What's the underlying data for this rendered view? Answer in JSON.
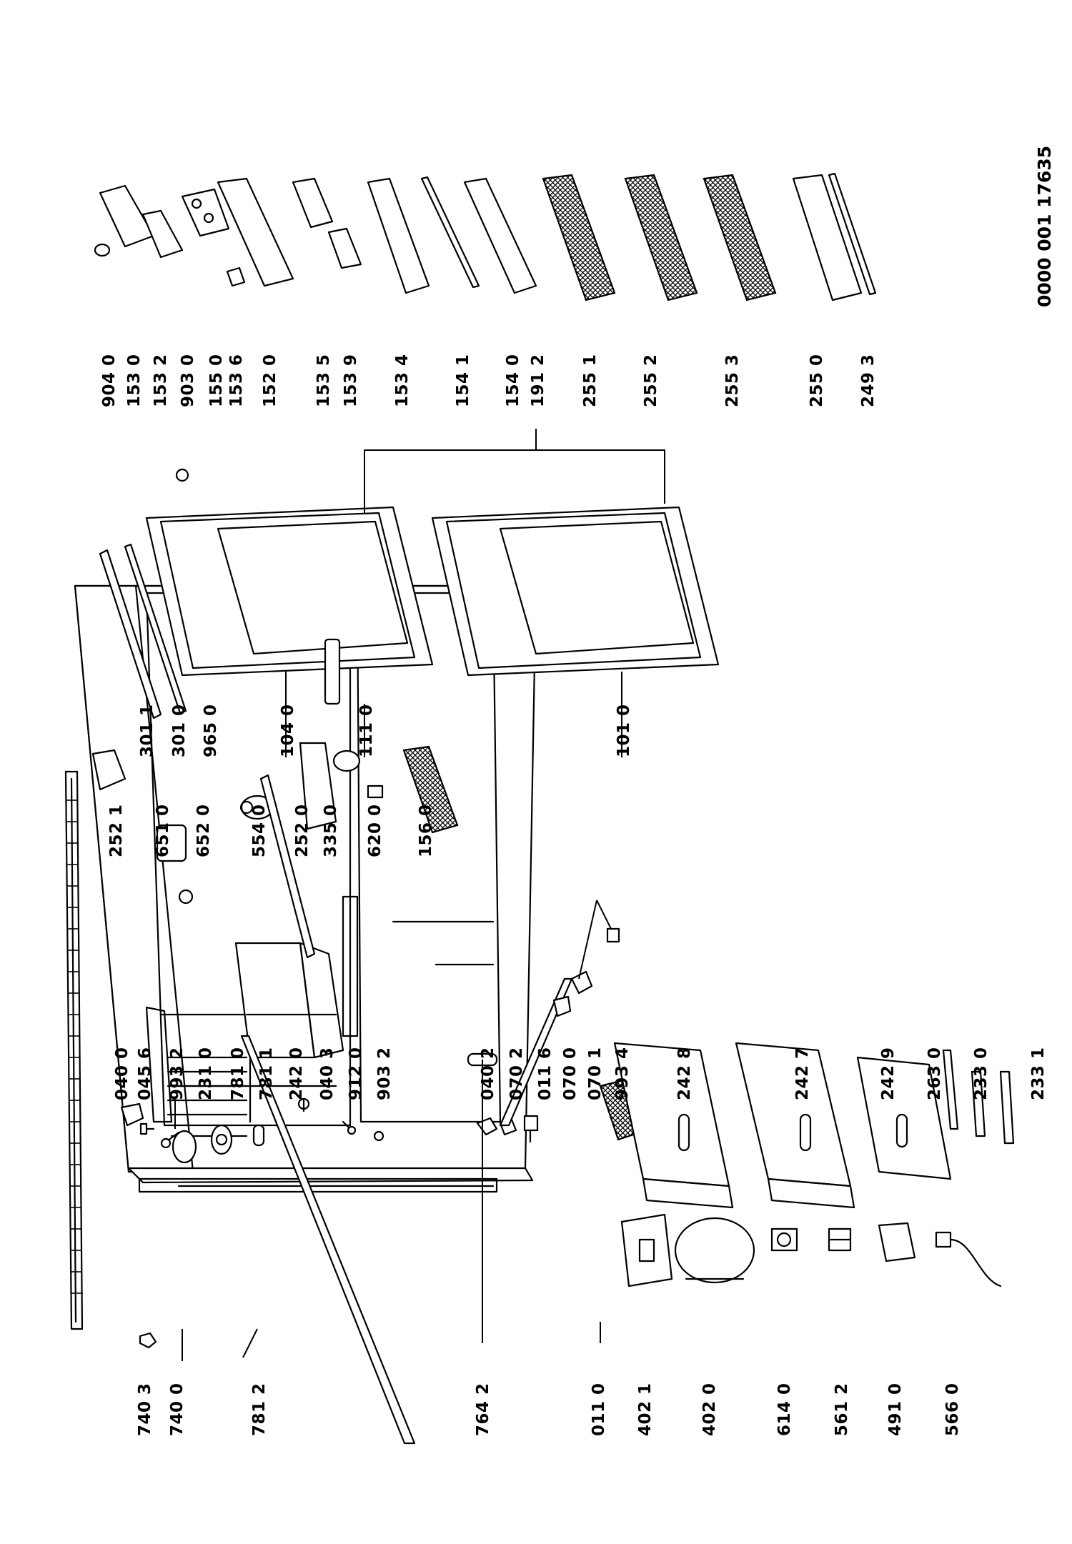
{
  "drawing_number": "0000 001 17635",
  "labels": {
    "l7403": "740 3",
    "l7400": "740 0",
    "l7812": "781 2",
    "l7642": "764 2",
    "l0110": "011 0",
    "l4021": "402 1",
    "l4020": "402 0",
    "l6140": "614 0",
    "l5612": "561 2",
    "l4910": "491 0",
    "l5660": "566 0",
    "l0400": "040 0",
    "l0456": "045 6",
    "l9932": "993 2",
    "l2310": "231 0",
    "l7810": "781 0",
    "l7811": "781 1",
    "l2420": "242 0",
    "l0403": "040 3",
    "l9120": "912 0",
    "l9032": "903 2",
    "l0402": "040 2",
    "l0702": "070 2",
    "l0116": "011 6",
    "l0700": "070 0",
    "l0701": "070 1",
    "l9934": "993 4",
    "l2428": "242 8",
    "l2427": "242 7",
    "l2429": "242 9",
    "l2630": "263 0",
    "l2330": "233 0",
    "l2331": "233 1",
    "l2521": "252 1",
    "l6510": "651 0",
    "l6520": "652 0",
    "l5540": "554 0",
    "l2520": "252 0",
    "l3350": "335 0",
    "l6200": "620 0",
    "l1560": "156 0",
    "l3011": "301 1",
    "l3010": "301 0",
    "l9650": "965 0",
    "l1040": "104 0",
    "l1110": "111 0",
    "l1010": "101 0",
    "l9040": "904 0",
    "l1530": "153 0",
    "l1532": "153 2",
    "l9030": "903 0",
    "l1550": "155 0",
    "l1536": "153 6",
    "l1520": "152 0",
    "l1535": "153 5",
    "l1539": "153 9",
    "l1534": "153 4",
    "l1541": "154 1",
    "l1540": "154 0",
    "l1912": "191 2",
    "l2551": "255 1",
    "l2552": "255 2",
    "l2553": "255 3",
    "l2550": "255 0",
    "l2493": "249 3"
  }
}
